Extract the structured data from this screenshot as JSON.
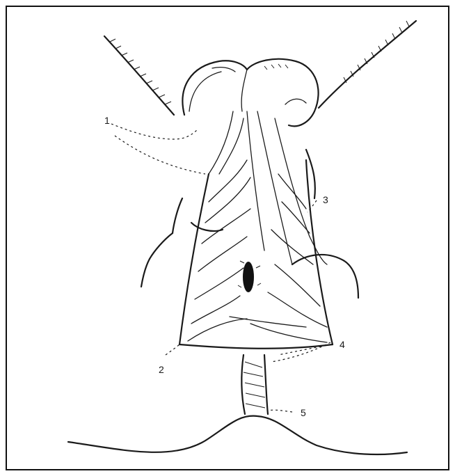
{
  "figure": {
    "labels": [
      {
        "id": "l1",
        "text": "1"
      },
      {
        "id": "l2",
        "text": "2"
      },
      {
        "id": "l3",
        "text": "3"
      },
      {
        "id": "l4",
        "text": "4"
      },
      {
        "id": "l5",
        "text": "5"
      }
    ],
    "colors": {
      "ink": "#1a1a1a",
      "paper": "#ffffff"
    }
  }
}
